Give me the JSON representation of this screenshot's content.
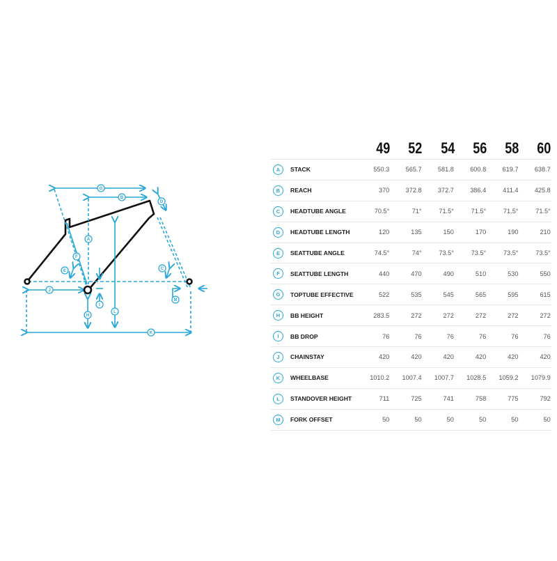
{
  "colors": {
    "accent": "#29a8d8",
    "frame": "#111111",
    "row_divider": "#e6e6e6"
  },
  "sizes": [
    "49",
    "52",
    "54",
    "56",
    "58",
    "60"
  ],
  "rows": [
    {
      "key": "A",
      "label": "STACK",
      "values": [
        "550.3",
        "565.7",
        "581.8",
        "600.8",
        "619.7",
        "638.7"
      ]
    },
    {
      "key": "B",
      "label": "REACH",
      "values": [
        "370",
        "372.8",
        "372.7",
        "386.4",
        "411.4",
        "425.8"
      ]
    },
    {
      "key": "C",
      "label": "HEADTUBE ANGLE",
      "values": [
        "70.5°",
        "71°",
        "71.5°",
        "71.5°",
        "71.5°",
        "71.5°"
      ]
    },
    {
      "key": "D",
      "label": "HEADTUBE LENGTH",
      "values": [
        "120",
        "135",
        "150",
        "170",
        "190",
        "210"
      ]
    },
    {
      "key": "E",
      "label": "SEATTUBE ANGLE",
      "values": [
        "74.5°",
        "74°",
        "73.5°",
        "73.5°",
        "73.5°",
        "73.5°"
      ]
    },
    {
      "key": "F",
      "label": "SEATTUBE LENGTH",
      "values": [
        "440",
        "470",
        "490",
        "510",
        "530",
        "550"
      ]
    },
    {
      "key": "G",
      "label": "TOPTUBE EFFECTIVE",
      "values": [
        "522",
        "535",
        "545",
        "565",
        "595",
        "615"
      ]
    },
    {
      "key": "H",
      "label": "BB HEIGHT",
      "values": [
        "283.5",
        "272",
        "272",
        "272",
        "272",
        "272"
      ]
    },
    {
      "key": "I",
      "label": "BB DROP",
      "values": [
        "76",
        "76",
        "76",
        "76",
        "76",
        "76"
      ]
    },
    {
      "key": "J",
      "label": "CHAINSTAY",
      "values": [
        "420",
        "420",
        "420",
        "420",
        "420",
        "420"
      ]
    },
    {
      "key": "K",
      "label": "WHEELBASE",
      "values": [
        "1010.2",
        "1007.4",
        "1007.7",
        "1028.5",
        "1059.2",
        "1079.9"
      ]
    },
    {
      "key": "L",
      "label": "STANDOVER HEIGHT",
      "values": [
        "711",
        "725",
        "741",
        "758",
        "775",
        "792"
      ]
    },
    {
      "key": "M",
      "label": "FORK OFFSET",
      "values": [
        "50",
        "50",
        "50",
        "50",
        "50",
        "50"
      ]
    }
  ],
  "diagram": {
    "labels": {
      "A": "A",
      "B": "B",
      "C": "C",
      "D": "D",
      "E": "E",
      "F": "F",
      "G": "G",
      "H": "H",
      "I": "I",
      "J": "J",
      "K": "K",
      "L": "L",
      "M": "M"
    }
  }
}
